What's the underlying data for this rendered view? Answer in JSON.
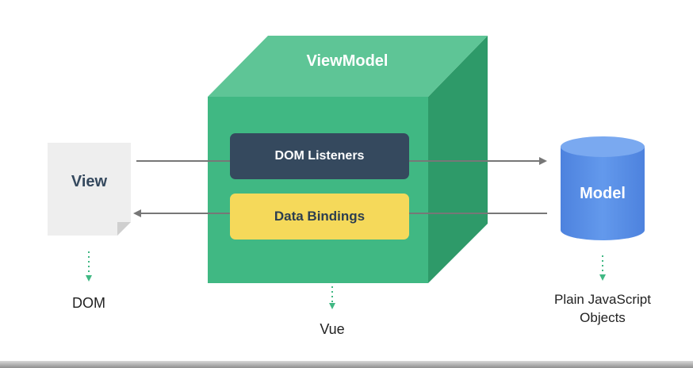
{
  "diagram": {
    "view_label": "View",
    "viewmodel_label": "ViewModel",
    "dom_listeners_label": "DOM Listeners",
    "data_bindings_label": "Data Bindings",
    "model_label": "Model",
    "dom_caption": "DOM",
    "vue_caption": "Vue",
    "model_caption_line1": "Plain JavaScript",
    "model_caption_line2": "Objects"
  },
  "colors": {
    "cube_front": "#40b883",
    "cube_top": "#5ec596",
    "cube_side": "#2e9a69",
    "dom_listeners_box": "#35495e",
    "data_bindings_box": "#f5d95a",
    "model_cylinder": "#5b8ee6",
    "view_page": "#eeeeee",
    "arrow_gray": "#777777",
    "dotted_green": "#40b883"
  }
}
